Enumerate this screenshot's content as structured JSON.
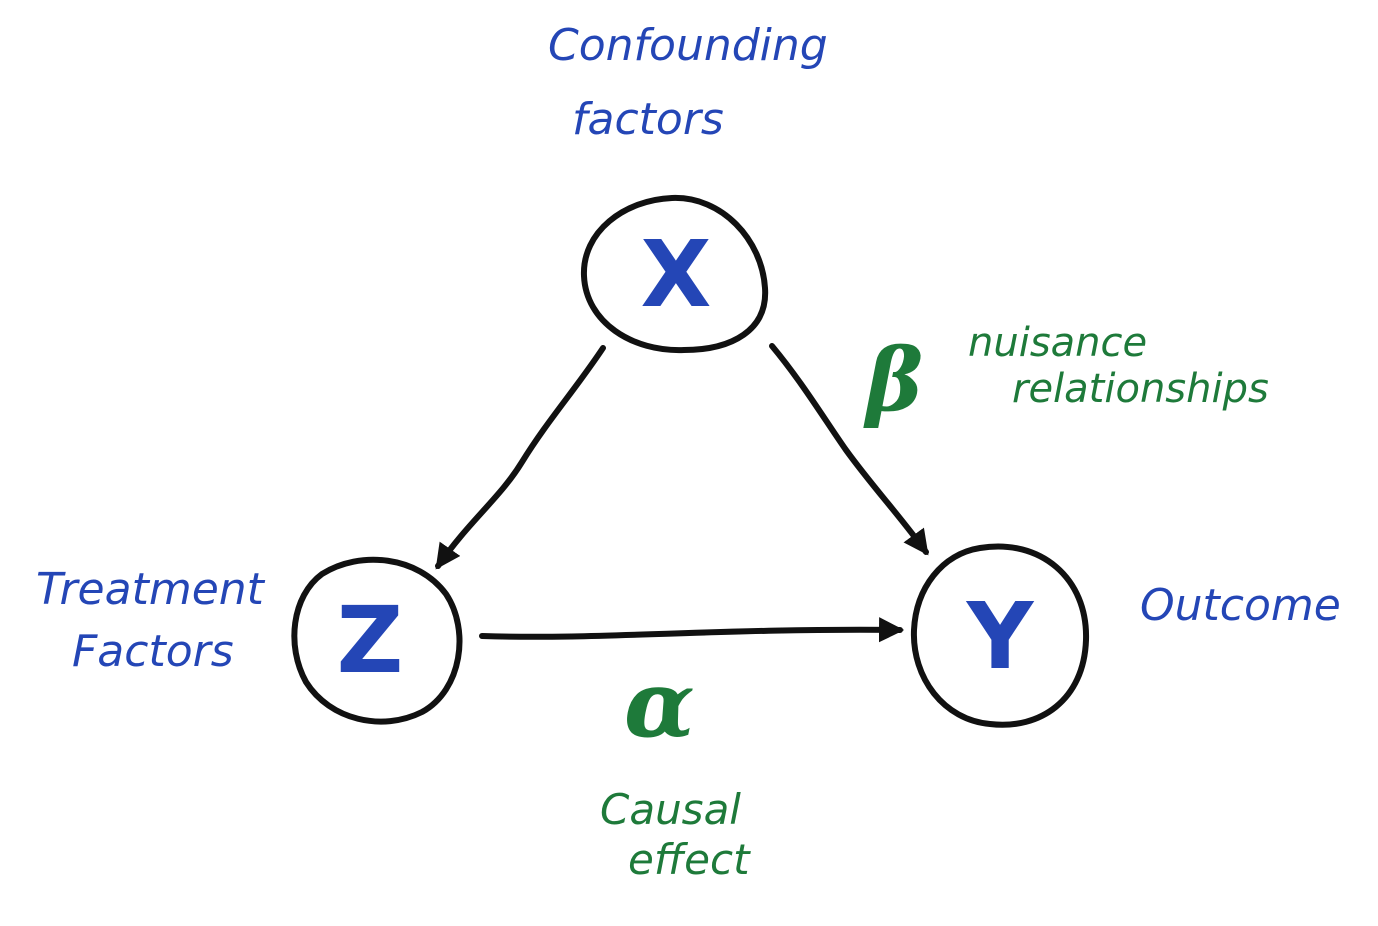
{
  "nodes": {
    "x": {
      "letter": "X",
      "label": [
        "Confounding",
        "factors"
      ]
    },
    "z": {
      "letter": "Z",
      "label": [
        "Treatment",
        "Factors"
      ]
    },
    "y": {
      "letter": "Y",
      "label": [
        "Outcome"
      ]
    }
  },
  "edges": {
    "beta": {
      "symbol": "β",
      "label": [
        "nuisance",
        "relationships"
      ]
    },
    "alpha": {
      "symbol": "α",
      "label": [
        "Causal",
        "effect"
      ]
    }
  },
  "colors": {
    "node_text": "#2446b6",
    "edge_text": "#1e7a3a",
    "stroke": "#111111"
  }
}
